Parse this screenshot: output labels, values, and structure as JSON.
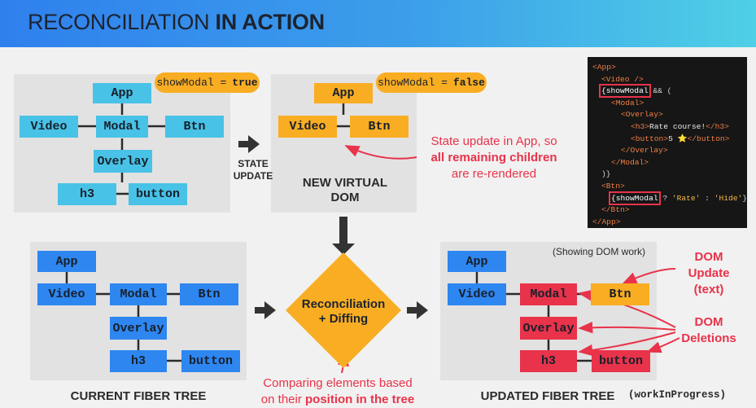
{
  "title": {
    "normal": "RECONCILIATION",
    "bold": "IN ACTION"
  },
  "colors": {
    "light_blue": "#48c2e6",
    "orange": "#f9ad22",
    "blue": "#2e86f0",
    "red": "#e8334a",
    "panel": "#e2e2e2"
  },
  "original_tree": {
    "badge": {
      "code": "showModal =",
      "value": "true"
    },
    "nodes": {
      "app": "App",
      "video": "Video",
      "modal": "Modal",
      "btn": "Btn",
      "overlay": "Overlay",
      "h3": "h3",
      "button": "button"
    }
  },
  "state_update": {
    "line1": "STATE",
    "line2": "UPDATE"
  },
  "virtual_dom": {
    "badge": {
      "code": "showModal =",
      "value": "false"
    },
    "nodes": {
      "app": "App",
      "video": "Video",
      "btn": "Btn"
    },
    "caption_line1": "NEW VIRTUAL",
    "caption_line2": "DOM"
  },
  "state_note": {
    "line1": "State update in App, so",
    "line2_bold": "all remaining children",
    "line3": "are re-rendered"
  },
  "code": {
    "app_open": "<App>",
    "video": "<Video />",
    "show_modal": "showModal",
    "and_op": " && (",
    "modal_open": "<Modal>",
    "overlay_open": "<Overlay>",
    "h3_open": "<h3>",
    "h3_text": "Rate course!",
    "h3_close": "</h3>",
    "button_open": "<button>",
    "button_text": "5 ⭐",
    "button_close": "</button>",
    "overlay_close": "</Overlay>",
    "modal_close": "</Modal>",
    "close_brace": ")}",
    "btn_open": "<Btn>",
    "ternary_q": " ? ",
    "rate": "'Rate'",
    "colon": " : ",
    "hide": "'Hide'",
    "brace_close": "}",
    "btn_close": "</Btn>",
    "app_close": "</App>",
    "brace_open": "{"
  },
  "current_tree": {
    "nodes": {
      "app": "App",
      "video": "Video",
      "modal": "Modal",
      "btn": "Btn",
      "overlay": "Overlay",
      "h3": "h3",
      "button": "button"
    },
    "caption": "CURRENT FIBER TREE"
  },
  "reconciliation": {
    "line1": "Reconciliation",
    "line2": "+ Diffing"
  },
  "comparing_note": {
    "line1": "Comparing elements based",
    "line2_pre": "on their ",
    "line2_bold": "position in the tree"
  },
  "updated_tree": {
    "note": "(Showing DOM work)",
    "nodes": {
      "app": "App",
      "video": "Video",
      "modal": "Modal",
      "btn": "Btn",
      "overlay": "Overlay",
      "h3": "h3",
      "button": "button"
    },
    "caption": "UPDATED FIBER TREE",
    "caption_code": "(workInProgress)"
  },
  "dom_update": {
    "line1": "DOM",
    "line2": "Update",
    "line3": "(text)"
  },
  "dom_deletions": {
    "line1": "DOM",
    "line2": "Deletions"
  }
}
